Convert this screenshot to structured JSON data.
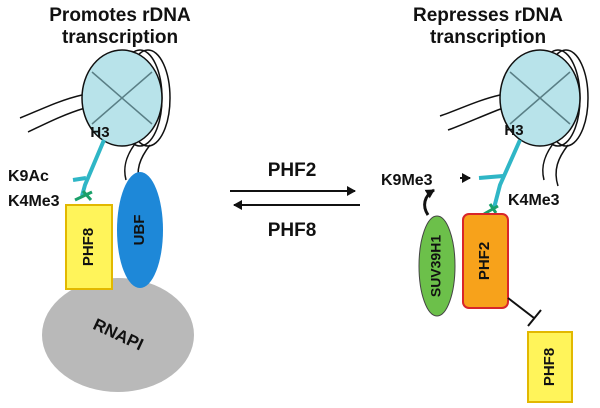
{
  "left_panel": {
    "title_line1": "Promotes rDNA",
    "title_line2": "transcription",
    "histone_label": "H3",
    "mark_k9": "K9Ac",
    "mark_k4": "K4Me3",
    "reader_label": "PHF8",
    "factor_label": "UBF",
    "polymerase_label": "RNAPI"
  },
  "center": {
    "forward_enzyme": "PHF2",
    "reverse_enzyme": "PHF8"
  },
  "right_panel": {
    "title_line1": "Represses rDNA",
    "title_line2": "transcription",
    "histone_label": "H3",
    "mark_k9": "K9Me3",
    "mark_k4": "K4Me3",
    "methyltransferase_label": "SUV39H1",
    "reader_label": "PHF2",
    "inhibited_label": "PHF8"
  },
  "colors": {
    "nucleosome_fill": "#b8e3ea",
    "histone_tail": "#2fb6c6",
    "k4_mark": "#1aa06a",
    "phf8_fill": "#fff45a",
    "phf8_border": "#e2b800",
    "ubf_fill": "#1e88d8",
    "rnapi_fill": "#b9b9b9",
    "suv39h1_fill": "#6cc04a",
    "phf2_fill": "#f7a21b",
    "phf2_border": "#d8262a"
  }
}
